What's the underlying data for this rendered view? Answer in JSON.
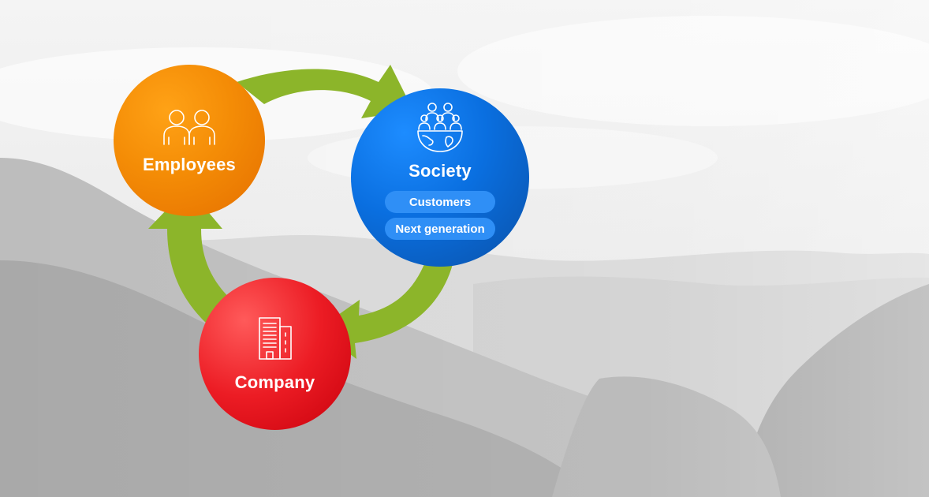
{
  "colors": {
    "arrow": "#8cb52a",
    "employees": "#f48c06",
    "society": "#0a6fe0",
    "company": "#ec1c24",
    "pill": "#2f8ff6"
  },
  "nodes": {
    "employees": {
      "label": "Employees",
      "icon": "people-icon"
    },
    "society": {
      "label": "Society",
      "icon": "community-globe-icon",
      "tags": [
        "Customers",
        "Next generation"
      ]
    },
    "company": {
      "label": "Company",
      "icon": "building-icon"
    }
  },
  "cycle_order": [
    "Employees",
    "Society",
    "Company"
  ]
}
